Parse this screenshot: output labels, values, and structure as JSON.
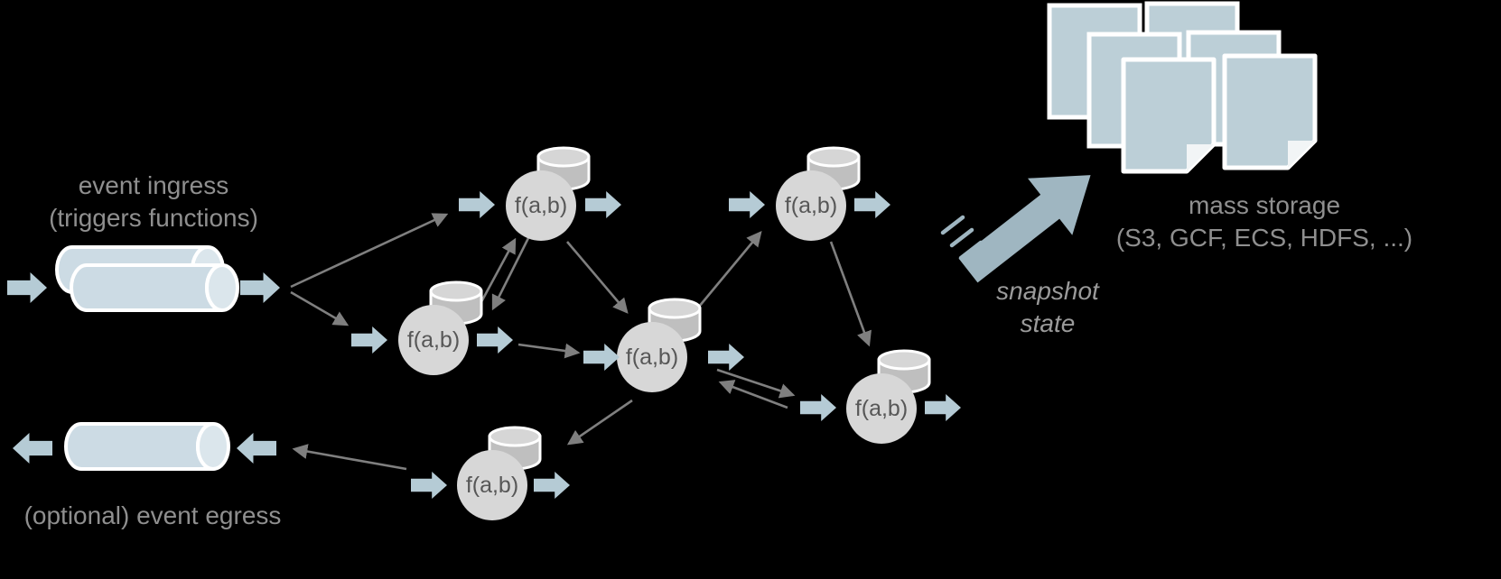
{
  "labels": {
    "ingress_line1": "event ingress",
    "ingress_line2": "(triggers functions)",
    "egress": "(optional) event egress",
    "snapshot_line1": "snapshot",
    "snapshot_line2": "state",
    "storage_line1": "mass storage",
    "storage_line2": "(S3, GCF, ECS, HDFS, ...)"
  },
  "nodes": [
    {
      "id": "fn-top-left",
      "label": "f(a,b)"
    },
    {
      "id": "fn-mid-left",
      "label": "f(a,b)"
    },
    {
      "id": "fn-center",
      "label": "f(a,b)"
    },
    {
      "id": "fn-top-right",
      "label": "f(a,b)"
    },
    {
      "id": "fn-right",
      "label": "f(a,b)"
    },
    {
      "id": "fn-bottom",
      "label": "f(a,b)"
    }
  ],
  "colors": {
    "background": "#000000",
    "block_arrow": "#b5cbd5",
    "pipe_fill": "#ccdbe4",
    "pipe_cap": "#dbe6ec",
    "pipe_stroke": "#ffffff",
    "node_circle": "#d7d7d7",
    "cylinder_body": "#bfbfbf",
    "cylinder_top": "#d6d6d6",
    "document_fill": "#bccfd7",
    "snapshot_arrow": "#9fb6c1",
    "connector": "#7f7f7f",
    "label_text": "#8f8f8f",
    "node_text": "#575757"
  }
}
